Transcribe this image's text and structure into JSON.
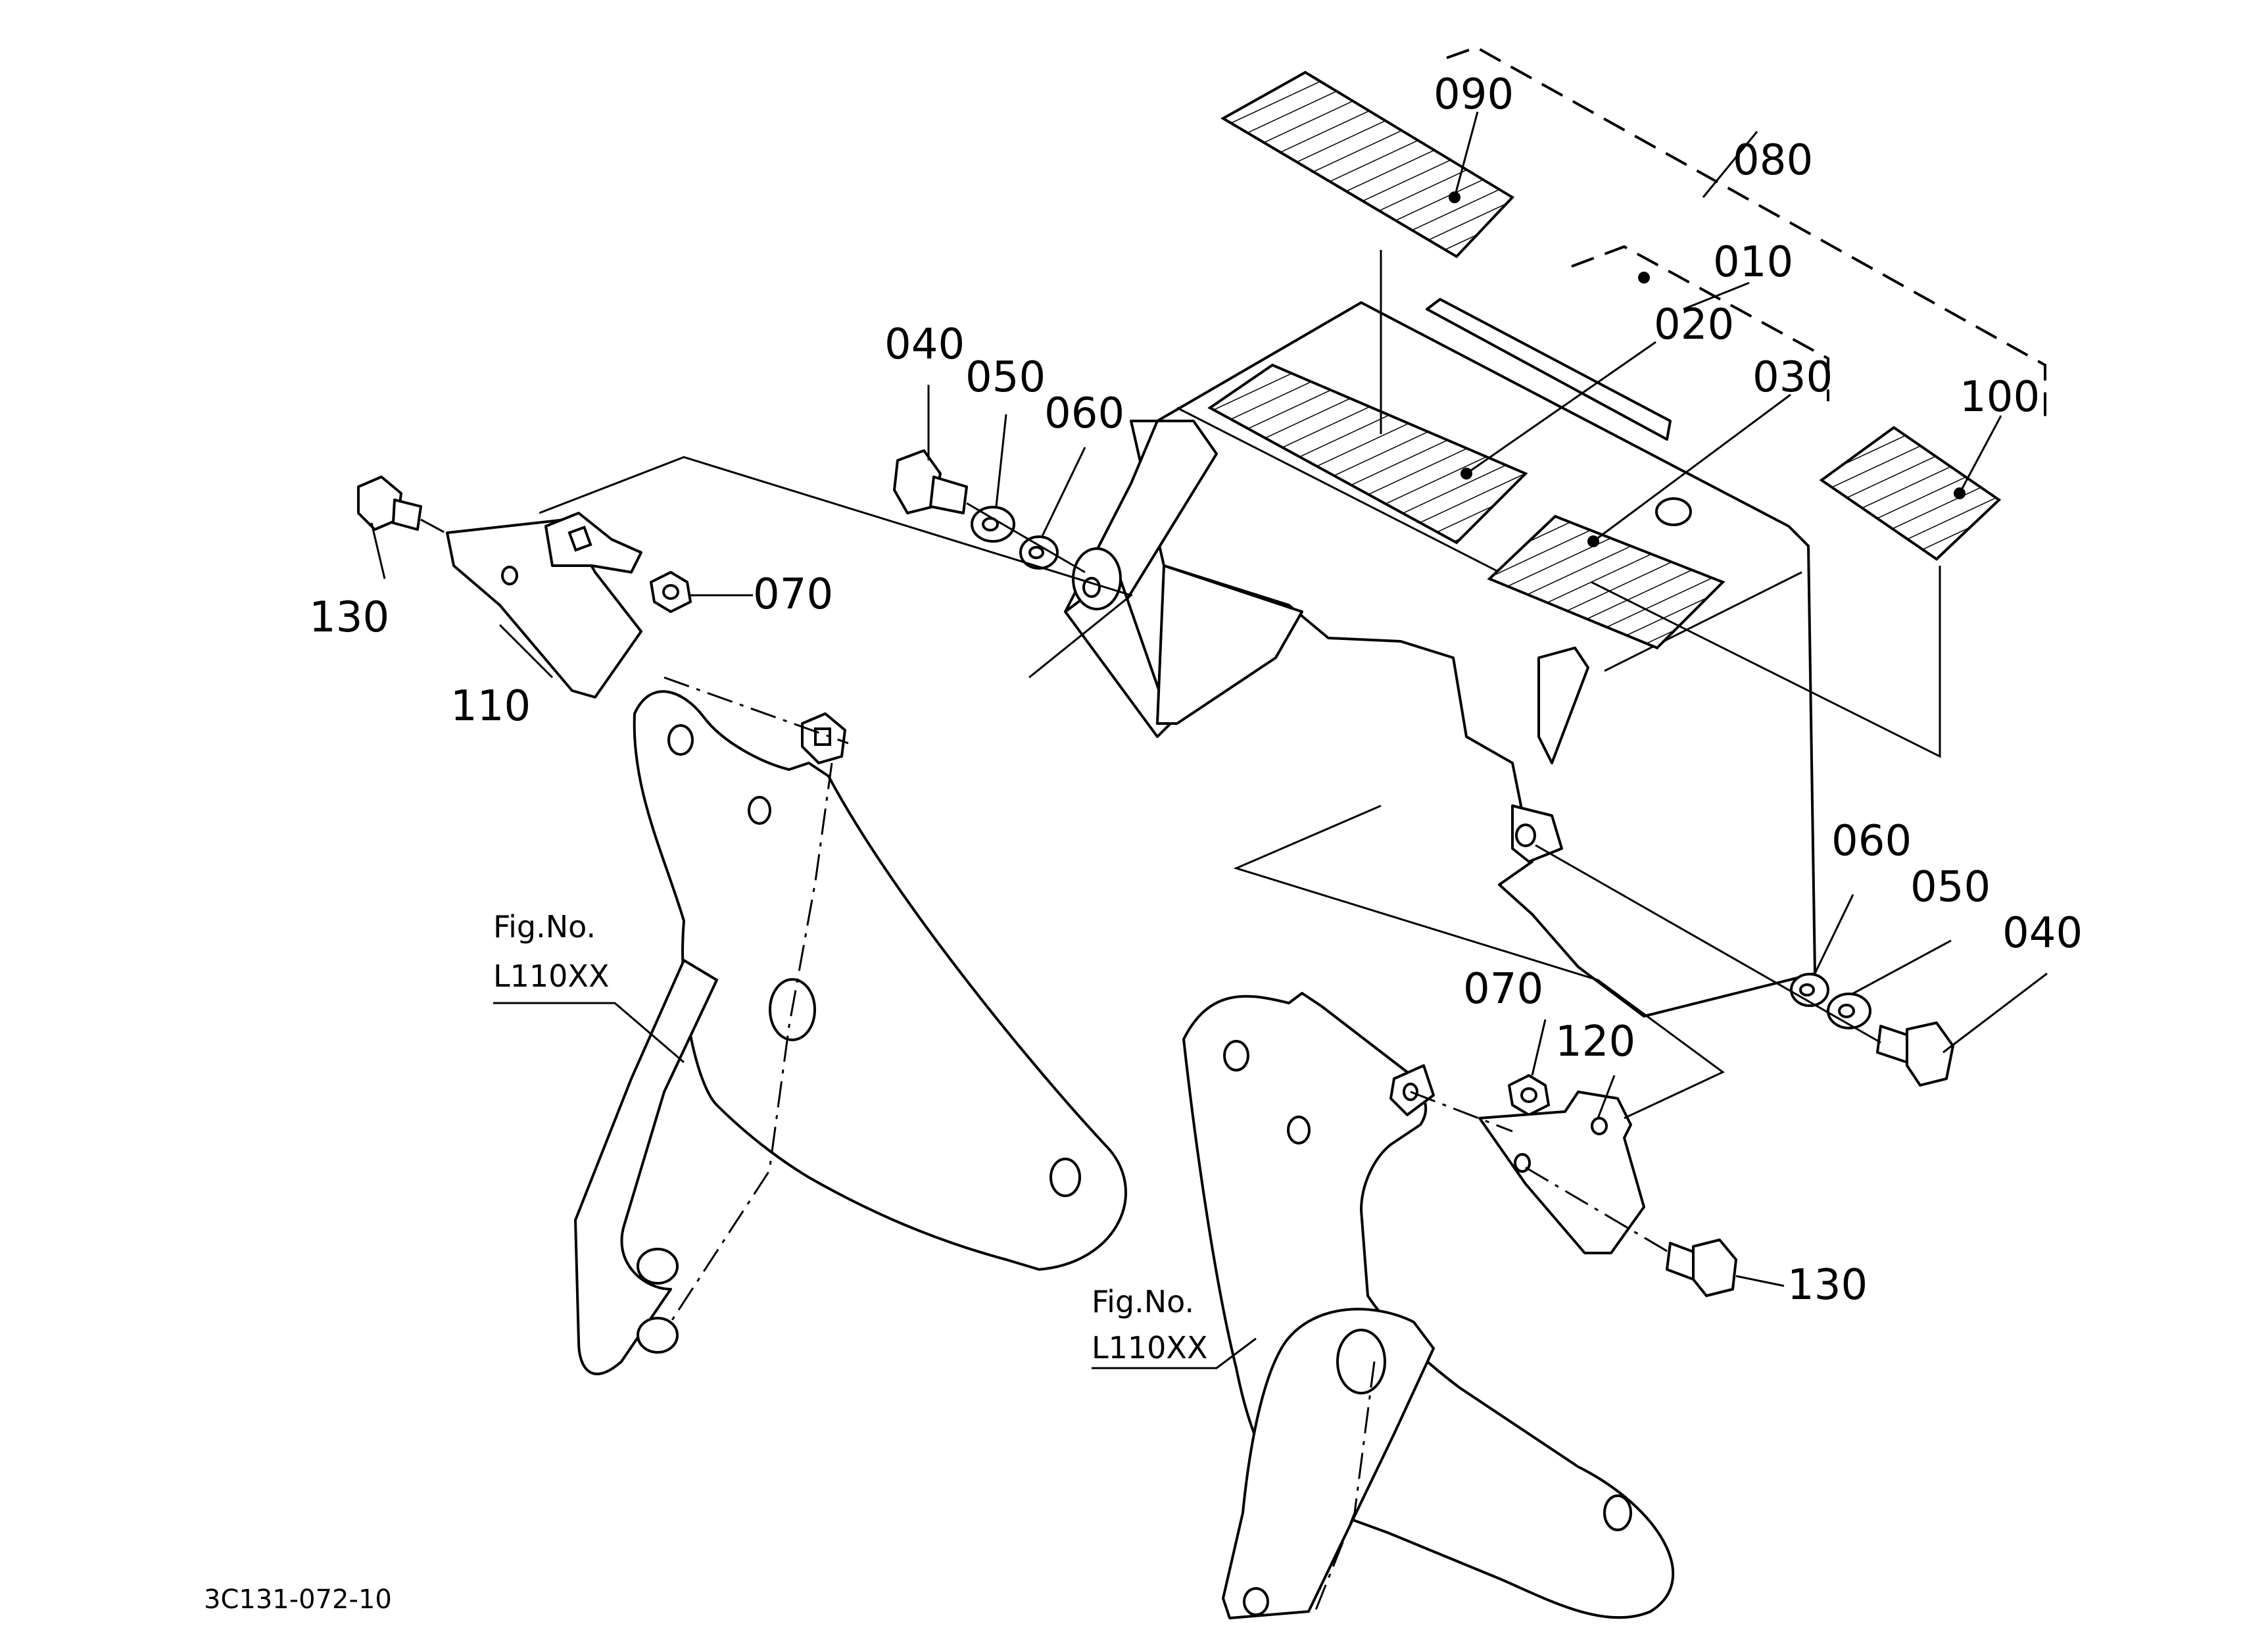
{
  "callouts": {
    "c010": "010",
    "c020": "020",
    "c030": "030",
    "c040_top": "040",
    "c040_right": "040",
    "c050_top": "050",
    "c050_right": "050",
    "c060_top": "060",
    "c060_right": "060",
    "c070_left": "070",
    "c070_right": "070",
    "c080": "080",
    "c090": "090",
    "c100": "100",
    "c110": "110",
    "c120": "120",
    "c130_left": "130",
    "c130_right": "130"
  },
  "figure_refs": {
    "left": {
      "line1": "Fig.No.",
      "line2": "L110XX"
    },
    "right": {
      "line1": "Fig.No.",
      "line2": "L110XX"
    }
  },
  "drawing_number": "3C131-072-10"
}
